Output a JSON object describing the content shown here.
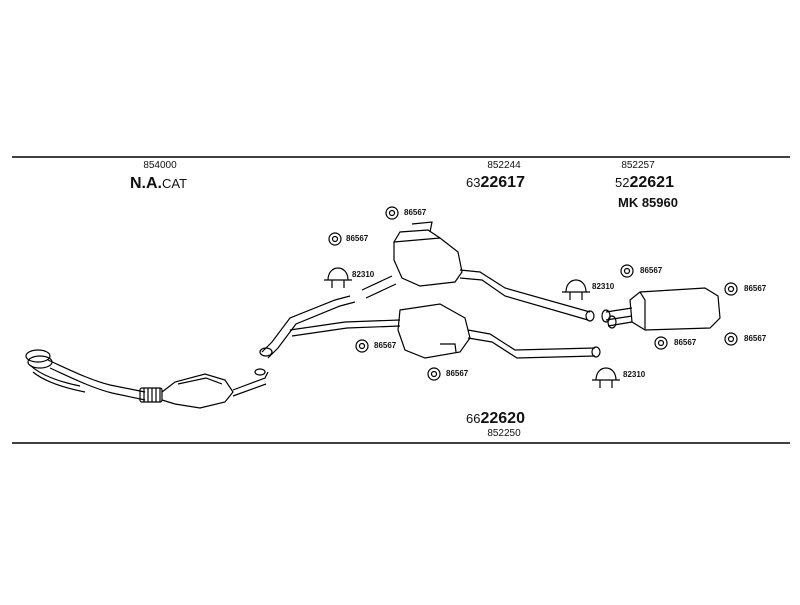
{
  "groups": [
    {
      "ref": "854000",
      "prefix": "",
      "code": "N.A.",
      "suffix": "CAT"
    },
    {
      "ref": "852244",
      "prefix": "63",
      "code": "22617"
    },
    {
      "ref": "852257",
      "prefix": "52",
      "code": "22621",
      "kit": "MK 85960"
    },
    {
      "ref": "852250",
      "prefix": "66",
      "code": "22620"
    }
  ],
  "parts": {
    "mount_a": "86567",
    "mount_b": "86567",
    "clamp_a": "82310",
    "mount_c": "86567",
    "mount_d": "86567",
    "clamp_b": "82310",
    "mount_e": "86567",
    "mount_f": "86567",
    "mount_g": "86567",
    "mount_h": "86567",
    "clamp_c": "82310"
  }
}
